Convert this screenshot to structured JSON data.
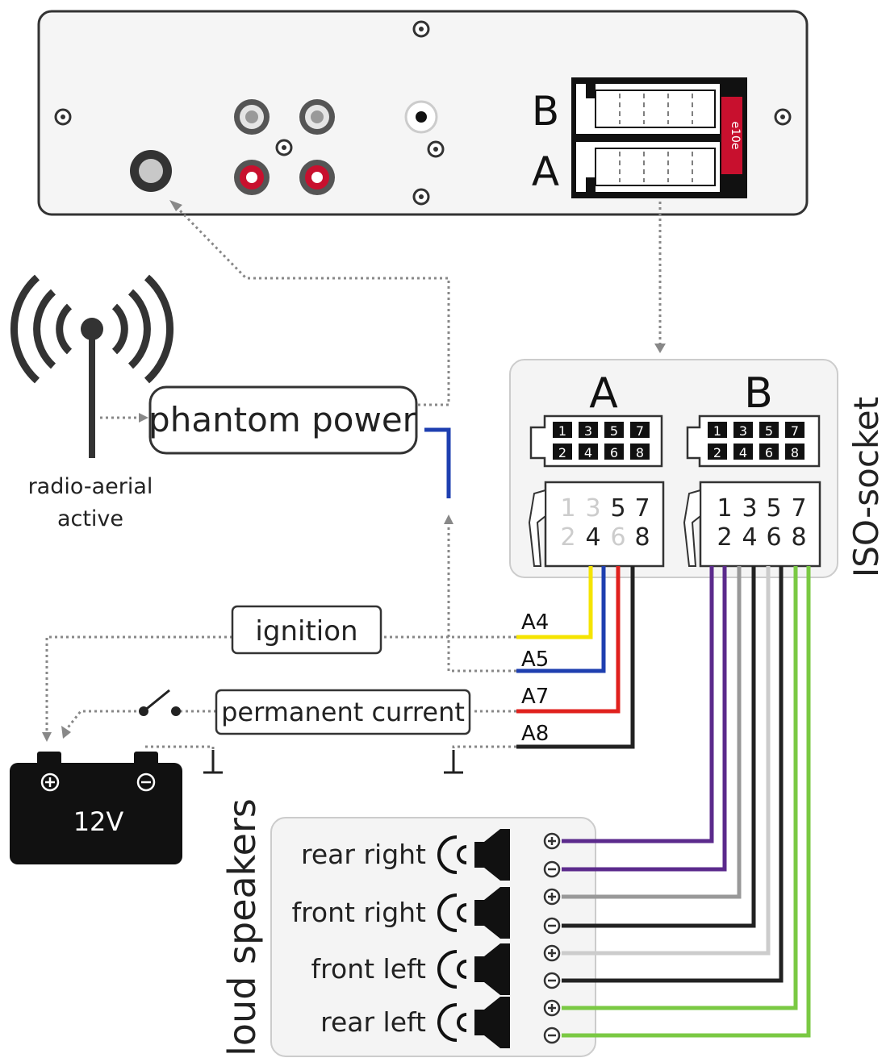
{
  "radio_unit": {
    "slot_b_label": "B",
    "slot_a_label": "A",
    "side_code": "e10e"
  },
  "antenna": {
    "caption_line1": "radio-aerial",
    "caption_line2": "active"
  },
  "phantom_power": {
    "label": "phantom power"
  },
  "iso_socket": {
    "title": "ISO-socket",
    "block_a_label": "A",
    "block_b_label": "B",
    "pin_grid_top": [
      "1",
      "3",
      "5",
      "7"
    ],
    "pin_grid_bottom": [
      "2",
      "4",
      "6",
      "8"
    ]
  },
  "wires": {
    "a4": "A4",
    "a5": "A5",
    "a7": "A7",
    "a8": "A8",
    "colors": {
      "yellow": "#f5e400",
      "blue": "#1e3fb0",
      "red": "#e0211d",
      "black": "#222222",
      "purple": "#5b2a8c",
      "grey": "#999999",
      "lightgrey": "#cccccc",
      "green": "#7ac943"
    }
  },
  "ignition": {
    "label": "ignition"
  },
  "permanent_current": {
    "label": "permanent current"
  },
  "battery": {
    "voltage": "12V",
    "plus_symbol": "+",
    "minus_symbol": "−"
  },
  "speakers": {
    "title": "loud speakers",
    "items": [
      {
        "label": "rear right"
      },
      {
        "label": "front right"
      },
      {
        "label": "front left"
      },
      {
        "label": "rear left"
      }
    ],
    "plus_symbol": "+",
    "minus_symbol": "−"
  }
}
